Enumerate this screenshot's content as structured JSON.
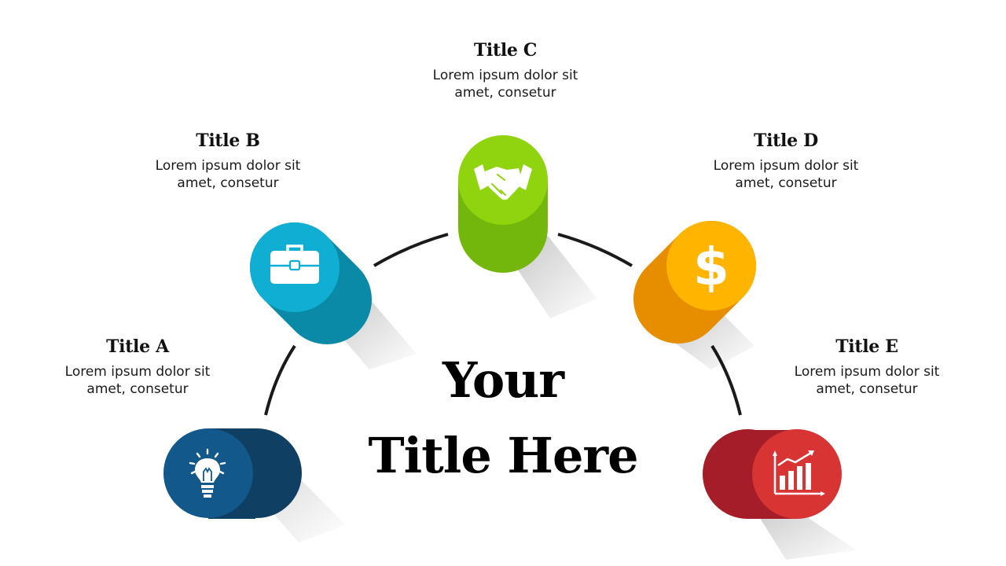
{
  "main_title": {
    "line1": "Your",
    "line2": "Title Here"
  },
  "items": [
    {
      "id": "A",
      "title": "Title A",
      "desc": "Lorem ipsum dolor sit\namet, consetur",
      "icon": "lightbulb-icon",
      "color": "#12588a",
      "dark": "#0f3f62"
    },
    {
      "id": "B",
      "title": "Title B",
      "desc": "Lorem ipsum dolor sit\namet, consetur",
      "icon": "briefcase-icon",
      "color": "#0faed2",
      "dark": "#0a8aa6"
    },
    {
      "id": "C",
      "title": "Title C",
      "desc": "Lorem ipsum dolor sit\namet, consetur",
      "icon": "handshake-icon",
      "color": "#8fd40e",
      "dark": "#74b70c"
    },
    {
      "id": "D",
      "title": "Title D",
      "desc": "Lorem ipsum dolor sit\namet, consetur",
      "icon": "dollar-icon",
      "color": "#ffb400",
      "dark": "#e68d00"
    },
    {
      "id": "E",
      "title": "Title E",
      "desc": "Lorem ipsum dolor sit\namet, consetur",
      "icon": "growth-chart-icon",
      "color": "#d93434",
      "dark": "#a61d2a"
    }
  ]
}
